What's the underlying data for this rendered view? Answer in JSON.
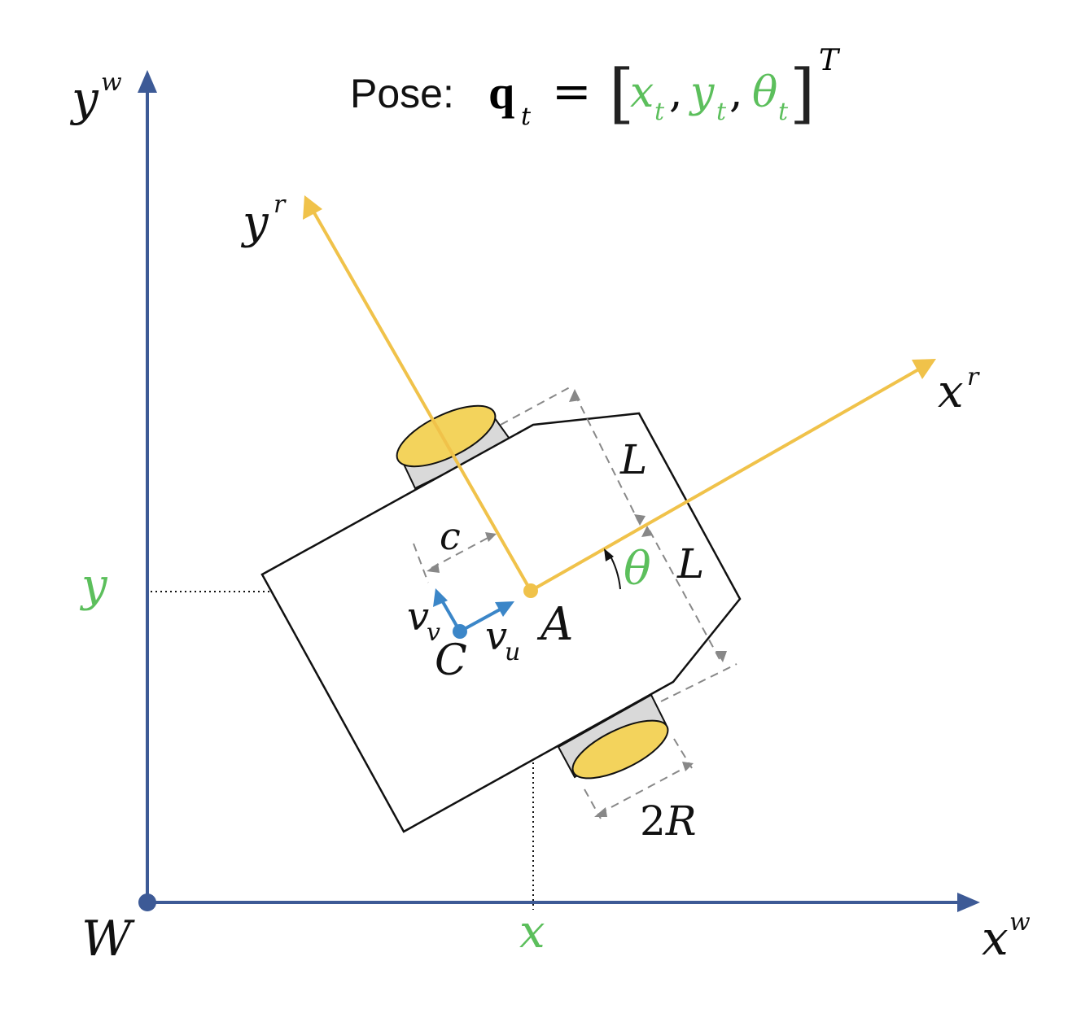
{
  "title": {
    "prefix": "Pose:",
    "q": "q",
    "q_sub": "t",
    "equals": "=",
    "open_bracket": "[",
    "close_bracket": "]",
    "x": "x",
    "x_sub": "t",
    "y": "y",
    "y_sub": "t",
    "theta": "θ",
    "theta_sub": "t",
    "comma": ",",
    "transpose": "T"
  },
  "world_axes": {
    "y_label": "y",
    "y_sup": "w",
    "x_label": "x",
    "x_sup": "w",
    "origin_label": "W",
    "color": "#3d5a96"
  },
  "robot_axes": {
    "y_label": "y",
    "y_sup": "r",
    "x_label": "x",
    "x_sup": "r",
    "color": "#f0c24a"
  },
  "position_labels": {
    "x": "x",
    "y": "y",
    "color": "#5cbf5c"
  },
  "robot": {
    "point_a": "A",
    "point_c": "C",
    "angle": "θ",
    "velocity_v": "v",
    "velocity_v_sub": "v",
    "velocity_u": "v",
    "velocity_u_sub": "u",
    "velocity_color": "#3b86c8"
  },
  "dimensions": {
    "offset_c": "c",
    "half_width_top": "L",
    "half_width_bottom": "L",
    "wheel_diameter": "2R"
  },
  "colors": {
    "wheel_face": "#f3d35c",
    "wheel_side": "#d9d9d9",
    "outline": "#111111",
    "dash": "#888888"
  }
}
